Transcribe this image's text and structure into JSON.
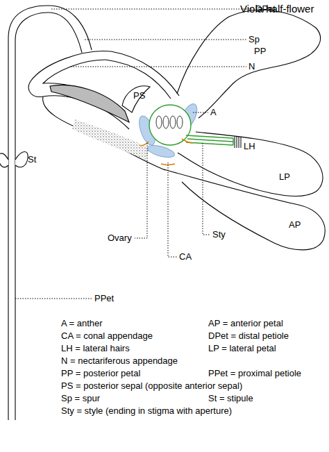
{
  "diagram": {
    "title": "Viola half-flower",
    "labels": [
      "DPet",
      "Sp",
      "N",
      "PS",
      "PP",
      "A",
      "LH",
      "St",
      "LP",
      "AP",
      "Ovary",
      "CA",
      "Sty",
      "PPet"
    ],
    "legend": [
      {
        "text": "A = anther"
      },
      {
        "text": "AP = anterior petal"
      },
      {
        "text": "CA = conal appendage"
      },
      {
        "text": "DPet = distal petiole"
      },
      {
        "text": "LH = lateral hairs"
      },
      {
        "text": "LP = lateral petal"
      },
      {
        "text": "N = nectariferous appendage"
      },
      {
        "text": "PP = posterior petal"
      },
      {
        "text": "PPet = proximal petiole"
      },
      {
        "text": "PS = posterior sepal (opposite anterior sepal)"
      },
      {
        "text": "Sp = spur"
      },
      {
        "text": "St = stipule"
      },
      {
        "text": "Sty = style (ending in stigma with aperture)"
      }
    ]
  }
}
